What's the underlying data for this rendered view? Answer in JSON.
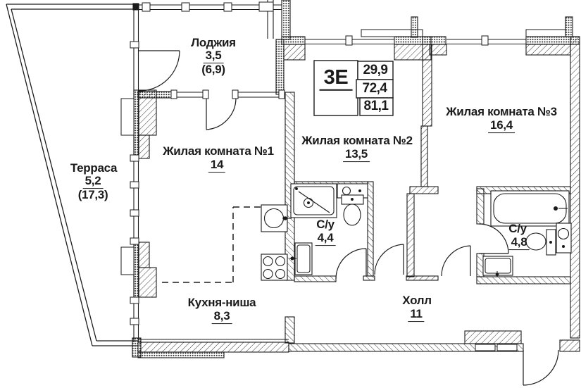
{
  "plan": {
    "legend": {
      "type": "3Е",
      "rows": [
        "29,9",
        "72,4",
        "81,1"
      ]
    },
    "rooms": {
      "loggia": {
        "name": "Лоджия",
        "area": "3,5",
        "area_alt": "(6,9)"
      },
      "terrace": {
        "name": "Терраса",
        "area": "5,2",
        "area_alt": "(17,3)"
      },
      "room1": {
        "name": "Жилая комната №1",
        "area": "14"
      },
      "room2": {
        "name": "Жилая комната №2",
        "area": "13,5"
      },
      "room3": {
        "name": "Жилая комната №3",
        "area": "16,4"
      },
      "kitchen": {
        "name": "Кухня-ниша",
        "area": "8,3"
      },
      "hall": {
        "name": "Холл",
        "area": "11"
      },
      "bath1": {
        "name": "С/у",
        "area": "4,4"
      },
      "bath2": {
        "name": "С/у",
        "area": "4,8"
      }
    },
    "fixtures": [
      "shower",
      "toilet",
      "sink",
      "washing-machine",
      "kitchen-sink",
      "stove",
      "bathtub"
    ],
    "colors": {
      "line": "#1b1b1b",
      "background": "#ffffff"
    }
  }
}
